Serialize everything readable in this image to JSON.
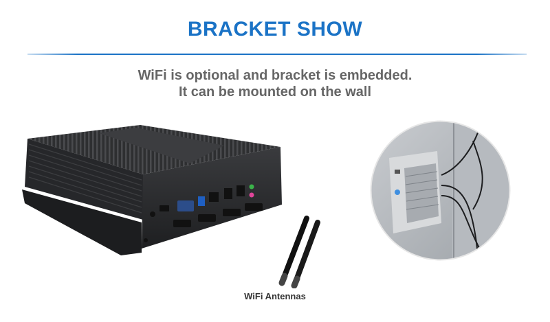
{
  "header": {
    "title": "BRACKET SHOW"
  },
  "description": {
    "line1": "WiFi is optional and bracket is embedded.",
    "line2": "It can be mounted on the wall"
  },
  "antennas": {
    "label": "WiFi Antennas"
  },
  "colors": {
    "accent": "#1b73c6",
    "subtitle": "#666666",
    "device": "#2b2b2b"
  }
}
